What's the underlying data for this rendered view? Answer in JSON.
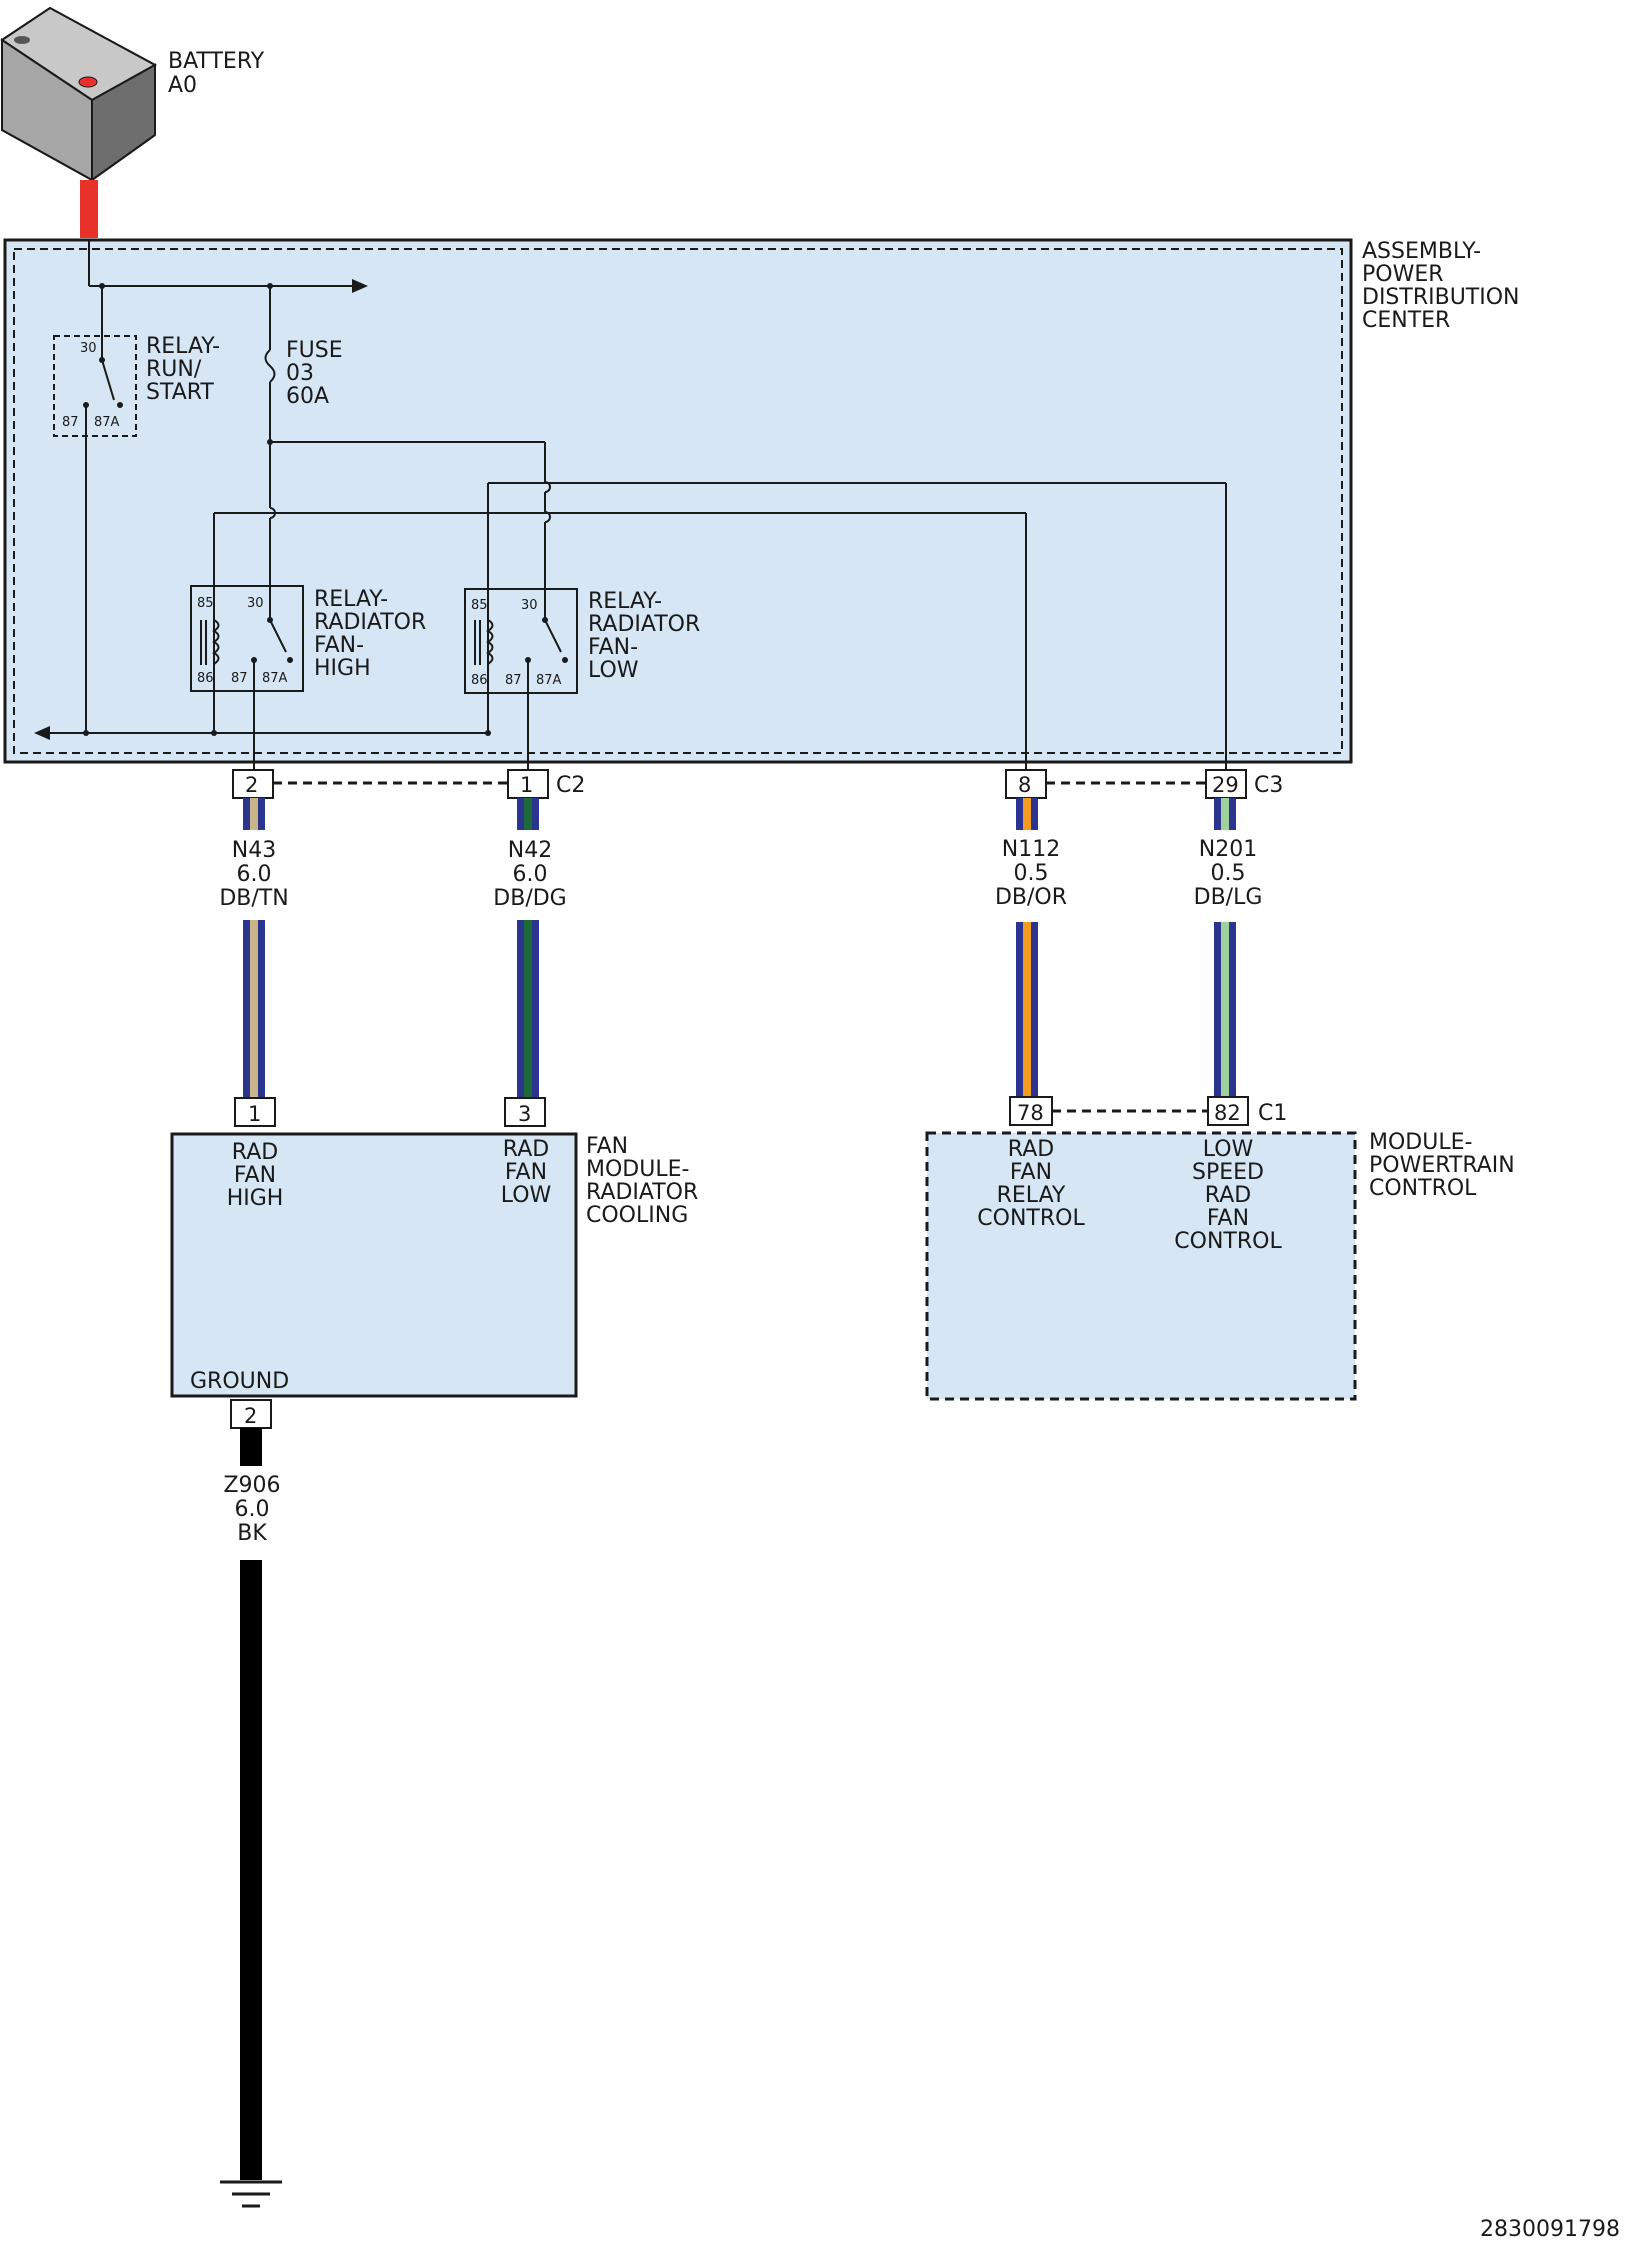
{
  "battery": {
    "name": "BATTERY",
    "id": "A0"
  },
  "pdc": {
    "label": [
      "ASSEMBLY-",
      "POWER",
      "DISTRIBUTION",
      "CENTER"
    ]
  },
  "relay_run_start": {
    "label": [
      "RELAY-",
      "RUN/",
      "START"
    ],
    "pins": [
      "30",
      "87",
      "87A"
    ]
  },
  "fuse": {
    "label": [
      "FUSE",
      "03",
      "60A"
    ]
  },
  "relay_fan_high": {
    "label": [
      "RELAY-",
      "RADIATOR",
      "FAN-",
      "HIGH"
    ],
    "pins": [
      "85",
      "30",
      "86",
      "87",
      "87A"
    ]
  },
  "relay_fan_low": {
    "label": [
      "RELAY-",
      "RADIATOR",
      "FAN-",
      "LOW"
    ],
    "pins": [
      "85",
      "30",
      "86",
      "87",
      "87A"
    ]
  },
  "connectors": {
    "c2": {
      "name": "C2",
      "pins": [
        "2",
        "1"
      ]
    },
    "c3": {
      "name": "C3",
      "pins": [
        "8",
        "29"
      ]
    },
    "fan_module": {
      "pins": [
        "1",
        "3"
      ]
    },
    "pcm_c1": {
      "name": "C1",
      "pins": [
        "78",
        "82"
      ]
    },
    "ground_pin": "2"
  },
  "wires": [
    {
      "circuit": "N43",
      "gauge": "6.0",
      "color": "DB/TN",
      "colors": [
        "#2b3590",
        "#c9b48a"
      ]
    },
    {
      "circuit": "N42",
      "gauge": "6.0",
      "color": "DB/DG",
      "colors": [
        "#2b3590",
        "#1e6b3a"
      ]
    },
    {
      "circuit": "N112",
      "gauge": "0.5",
      "color": "DB/OR",
      "colors": [
        "#2b3590",
        "#f39c1f"
      ]
    },
    {
      "circuit": "N201",
      "gauge": "0.5",
      "color": "DB/LG",
      "colors": [
        "#2b3590",
        "#9fd19a"
      ]
    },
    {
      "circuit": "Z906",
      "gauge": "6.0",
      "color": "BK",
      "colors": [
        "#000000"
      ]
    }
  ],
  "fan_module": {
    "label": [
      "FAN",
      "MODULE-",
      "RADIATOR",
      "COOLING"
    ],
    "pin_labels": {
      "high": [
        "RAD",
        "FAN",
        "HIGH"
      ],
      "low": [
        "RAD",
        "FAN",
        "LOW"
      ],
      "ground": "GROUND"
    }
  },
  "pcm": {
    "label": [
      "MODULE-",
      "POWERTRAIN",
      "CONTROL"
    ],
    "pin_labels": {
      "relay_control": [
        "RAD",
        "FAN",
        "RELAY",
        "CONTROL"
      ],
      "low_speed": [
        "LOW",
        "SPEED",
        "RAD",
        "FAN",
        "CONTROL"
      ]
    }
  },
  "diagram_id": "2830091798",
  "colors": {
    "module_fill": "#d6e6f5",
    "battery_feed": "#e8312a",
    "outline": "#1a1a1a"
  }
}
